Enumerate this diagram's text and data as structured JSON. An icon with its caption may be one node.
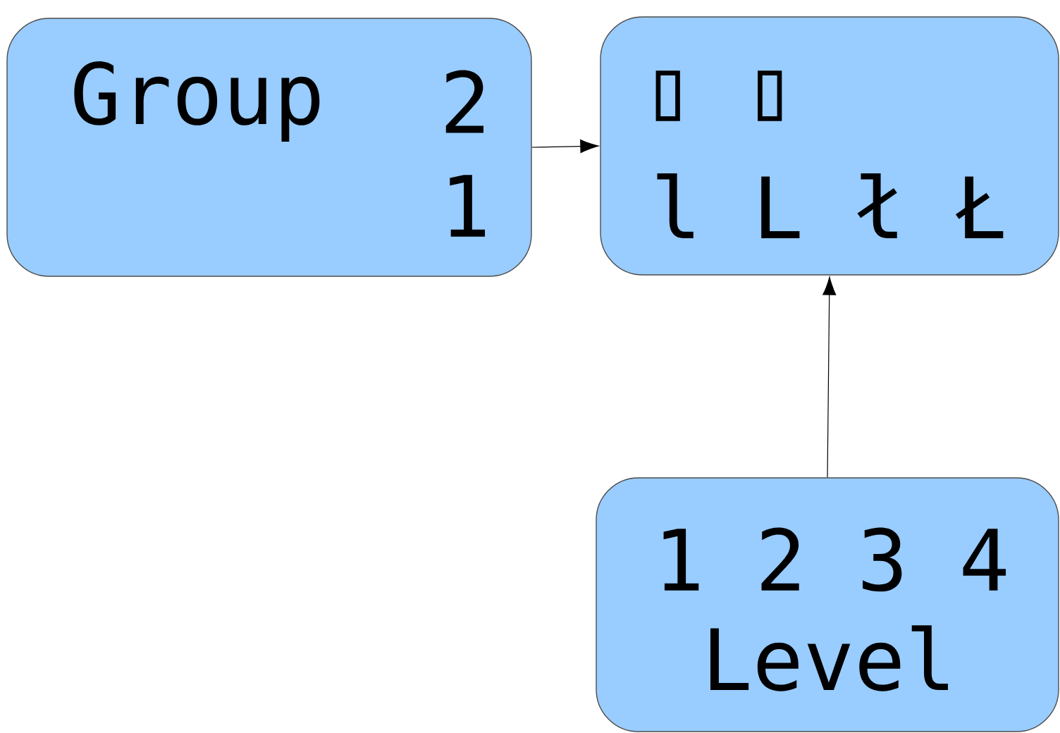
{
  "diagram": {
    "nodes": [
      {
        "text": [
          "Group",
          "2",
          "1"
        ]
      },
      {
        "text": [
          "▯ ▯",
          "l L ł Ł"
        ]
      },
      {
        "text": [
          "1 2 3 4",
          "Level"
        ]
      }
    ],
    "edges": [
      {
        "from": 0,
        "to": 1,
        "arrow": "to"
      },
      {
        "from": 2,
        "to": 1,
        "arrow": "to"
      }
    ]
  }
}
